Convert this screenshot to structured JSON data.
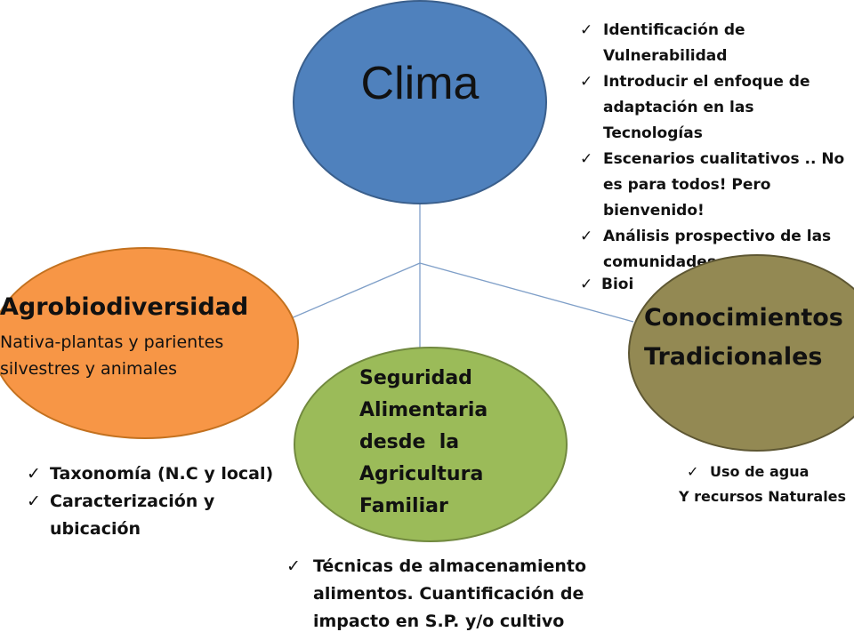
{
  "nodes": {
    "clima": {
      "title": "Clima",
      "color": "#4f81bd"
    },
    "agro": {
      "title": "Agrobiodiversidad",
      "subtitle": "Nativa-plantas y parientes silvestres y animales",
      "color": "#f79646"
    },
    "seguridad": {
      "lines": [
        "Seguridad",
        "Alimentaria",
        "desde  la",
        "Agricultura",
        "Familiar"
      ],
      "color": "#9bbb59"
    },
    "conocimientos": {
      "lines": [
        "Conocimientos",
        "Tradicionales"
      ],
      "color": "#938953"
    }
  },
  "lists": {
    "clima": [
      "Identificación de Vulnerabilidad",
      "Introducir el enfoque de adaptación en las Tecnologías",
      "Escenarios cualitativos .. No es para todos! Pero bienvenido!",
      "Análisis prospectivo de  las comunidades",
      "Bioi"
    ],
    "agro": [
      "Taxonomía (N.C y local)",
      "Caracterización y ubicación"
    ],
    "seguridad": [
      "Técnicas de almacenamiento alimentos. Cuantificación de impacto en S.P. y/o cultivo"
    ],
    "conocimientos": [
      "Uso de agua"
    ],
    "conocimientos_extra": "Y recursos Naturales"
  }
}
